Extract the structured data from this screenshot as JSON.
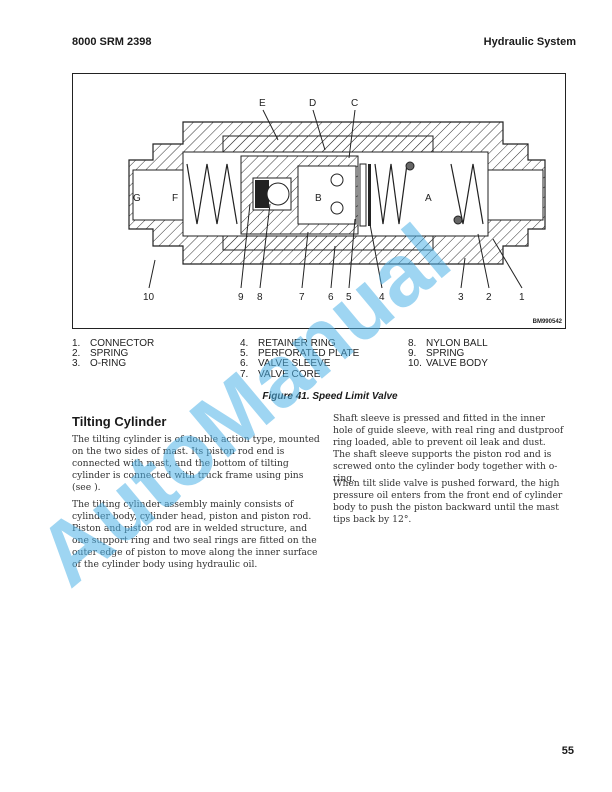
{
  "header": {
    "doc_id": "8000 SRM 2398",
    "section": "Hydraulic System"
  },
  "figure": {
    "id_label": "BM990542",
    "caption": "Figure 41. Speed Limit Valve",
    "region_labels": [
      "E",
      "D",
      "C",
      "G",
      "F",
      "B",
      "A"
    ],
    "callouts": [
      "10",
      "9",
      "8",
      "7",
      "6",
      "5",
      "4",
      "3",
      "2",
      "1"
    ],
    "legend": [
      {
        "num": "1.",
        "label": "CONNECTOR"
      },
      {
        "num": "2.",
        "label": "SPRING"
      },
      {
        "num": "3.",
        "label": "O-RING"
      },
      {
        "num": "4.",
        "label": "RETAINER RING"
      },
      {
        "num": "5.",
        "label": "PERFORATED PLATE"
      },
      {
        "num": "6.",
        "label": "VALVE SLEEVE"
      },
      {
        "num": "7.",
        "label": "VALVE CORE"
      },
      {
        "num": "8.",
        "label": "NYLON BALL"
      },
      {
        "num": "9.",
        "label": "SPRING"
      },
      {
        "num": "10.",
        "label": "VALVE BODY"
      }
    ]
  },
  "section": {
    "title": "Tilting Cylinder",
    "paragraphs": [
      "The tilting cylinder is of double action type, mounted on the two sides of mast. Its piston rod end is connected with mast, and the bottom of tilting cylinder is connected with truck frame using pins (see ).",
      "The tilting cylinder assembly mainly consists of cylinder body, cylinder head, piston and piston rod. Piston and piston rod are in welded structure, and one support ring and two seal rings are fitted on the outer edge of piston to move along the inner surface of the cylinder body using hydraulic oil.",
      "Shaft sleeve is pressed and fitted in the inner hole of guide sleeve, with real ring and dustproof ring loaded, able to prevent oil leak and dust. The shaft sleeve supports the piston rod and is screwed onto the cylinder body together with o-ring.",
      "When tilt slide valve is pushed forward, the high pressure oil enters from the front end of cylinder body to push the piston backward until the mast tips back by 12°."
    ]
  },
  "watermark": {
    "text": "AutoManual",
    "color": "#4fb3e8"
  },
  "page_number": "55"
}
